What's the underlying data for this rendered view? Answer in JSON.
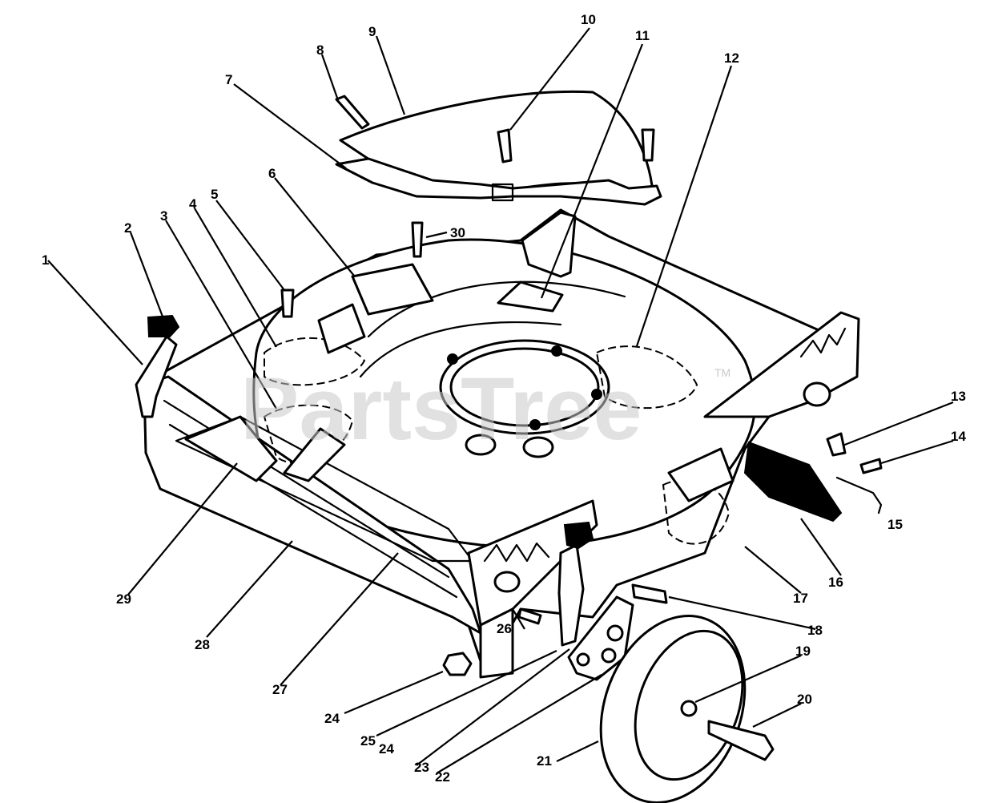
{
  "watermark": "PartsTree",
  "trademark": "TM",
  "callouts": [
    "1",
    "2",
    "3",
    "4",
    "5",
    "6",
    "7",
    "8",
    "9",
    "10",
    "11",
    "12",
    "13",
    "14",
    "15",
    "16",
    "17",
    "18",
    "19",
    "20",
    "21",
    "22",
    "23",
    "24",
    "24",
    "25",
    "26",
    "27",
    "28",
    "29",
    "30"
  ]
}
